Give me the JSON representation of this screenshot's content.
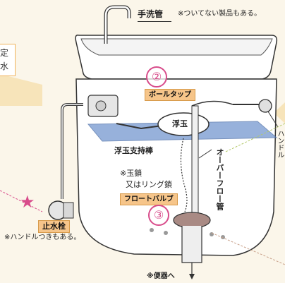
{
  "labels": {
    "hand_wash_pipe": "手洗管",
    "hand_wash_note": "※ついてない製品もある。",
    "ball_tap": "ボールタップ",
    "float_ball": "浮玉",
    "float_support_rod": "浮玉支持棒",
    "chain_line1": "※玉鎖",
    "chain_line2": "又はリング鎖",
    "float_valve": "フロートバルブ",
    "overflow_pipe": "オーバーフロー管",
    "handle_side": "ハンドル",
    "stop_valve": "止水栓",
    "stop_valve_note": "※ハンドルつきもある。",
    "to_toilet": "※便器へ",
    "left_box_line1": "定",
    "left_box_line2": "水",
    "number_2": "②",
    "number_3": "③",
    "star": "★"
  },
  "colors": {
    "accent_pink": "#d84c8b",
    "tag_orange": "#f6c58a",
    "water_blue": "#6f8fc8"
  }
}
